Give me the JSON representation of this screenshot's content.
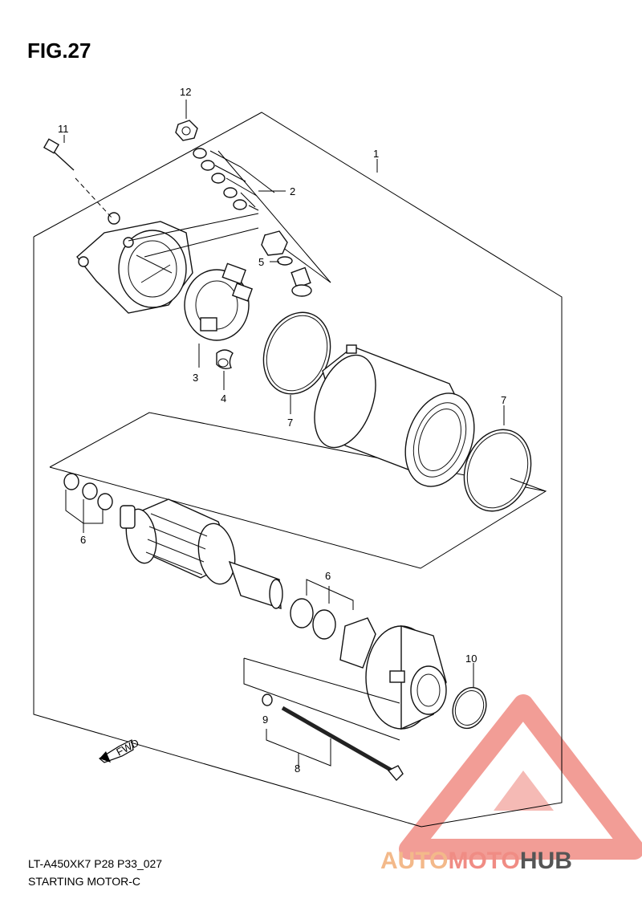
{
  "figure": {
    "title": "FIG.27",
    "model_code": "LT-A450XK7 P28 P33_027",
    "caption": "STARTING MOTOR-C"
  },
  "callouts": [
    "1",
    "2",
    "3",
    "4",
    "5",
    "6",
    "6",
    "7",
    "7",
    "8",
    "9",
    "10",
    "11",
    "12"
  ],
  "direction_marker": "FWD",
  "watermark": {
    "part1": "AUTO",
    "part2": "MOTO",
    "part3": "HUB",
    "color_logo": "#f08c84",
    "color_text_light": "#f3b98a",
    "color_text_dark": "#555555"
  }
}
